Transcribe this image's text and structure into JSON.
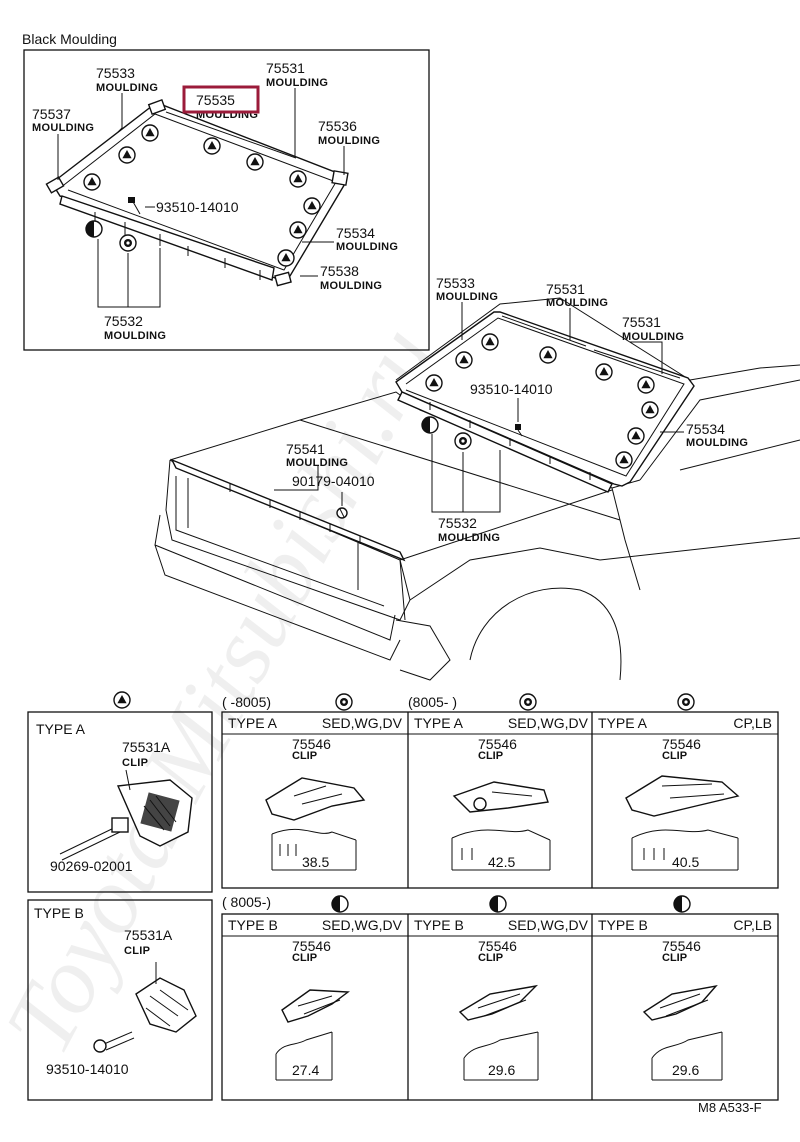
{
  "header": {
    "title": "Black Moulding"
  },
  "highlight_color": "#9b1b3a",
  "inset": {
    "m75533": {
      "num": "75533",
      "name": "MOULDING"
    },
    "m75531": {
      "num": "75531",
      "name": "MOULDING"
    },
    "m75535": {
      "num": "75535",
      "name": "MOULDING"
    },
    "m75537": {
      "num": "75537",
      "name": "MOULDING"
    },
    "m75536": {
      "num": "75536",
      "name": "MOULDING"
    },
    "screw": "93510-14010",
    "m75534": {
      "num": "75534",
      "name": "MOULDING"
    },
    "m75538": {
      "num": "75538",
      "name": "MOULDING"
    },
    "m75532": {
      "num": "75532",
      "name": "MOULDING"
    }
  },
  "main": {
    "m75533": {
      "num": "75533",
      "name": "MOULDING"
    },
    "m75531a": {
      "num": "75531",
      "name": "MOULDING"
    },
    "m75531b": {
      "num": "75531",
      "name": "MOULDING"
    },
    "screw": "93510-14010",
    "m75534": {
      "num": "75534",
      "name": "MOULDING"
    },
    "m75541": {
      "num": "75541",
      "name": "MOULDING"
    },
    "clip": "90179-04010",
    "m75532": {
      "num": "75532",
      "name": "MOULDING"
    }
  },
  "headers_row1": {
    "h1": "(      -8005)",
    "h2": "(8005-      )"
  },
  "headers_row2": {
    "h1": "(      8005-)"
  },
  "panels": {
    "typeA_left": {
      "type": "TYPE A",
      "part": "75531A",
      "clip": "CLIP",
      "screw": "90269-02001"
    },
    "typeB_left": {
      "type": "TYPE B",
      "part": "75531A",
      "clip": "CLIP",
      "screw": "93510-14010"
    },
    "r1c1": {
      "type": "TYPE A",
      "model": "SED,WG,DV",
      "part": "75546",
      "clip": "CLIP",
      "dim": "38.5"
    },
    "r1c2": {
      "type": "TYPE A",
      "model": "SED,WG,DV",
      "part": "75546",
      "clip": "CLIP",
      "dim": "42.5"
    },
    "r1c3": {
      "type": "TYPE A",
      "model": "CP,LB",
      "part": "75546",
      "clip": "CLIP",
      "dim": "40.5"
    },
    "r2c1": {
      "type": "TYPE B",
      "model": "SED,WG,DV",
      "part": "75546",
      "clip": "CLIP",
      "dim": "27.4"
    },
    "r2c2": {
      "type": "TYPE B",
      "model": "SED,WG,DV",
      "part": "75546",
      "clip": "CLIP",
      "dim": "29.6"
    },
    "r2c3": {
      "type": "TYPE B",
      "model": "CP,LB",
      "part": "75546",
      "clip": "CLIP",
      "dim": "29.6"
    }
  },
  "footer": {
    "ref": "M8 A533-F"
  },
  "watermark": "Toyota-Mitsubishi.ru"
}
